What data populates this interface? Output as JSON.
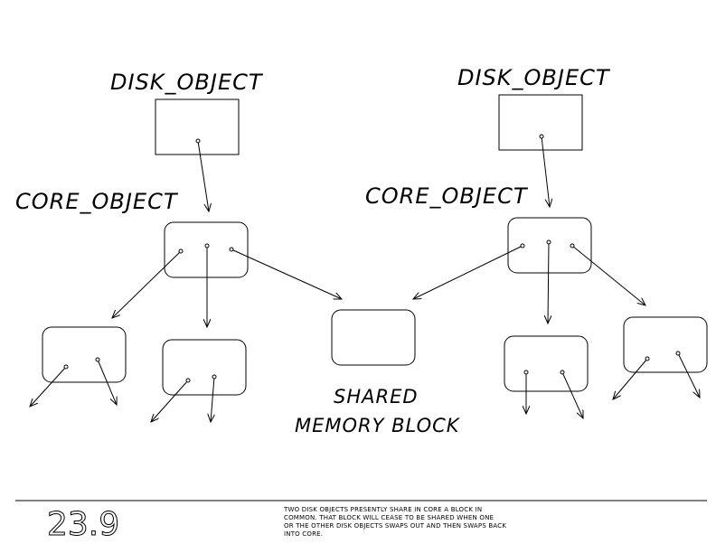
{
  "labels": {
    "disk_left": "DISK_OBJECT",
    "disk_right": "DISK_OBJECT",
    "core_left": "CORE_OBJECT",
    "core_right": "CORE_OBJECT",
    "shared_line1": "SHARED",
    "shared_line2": "MEMORY BLOCK"
  },
  "figure_number": "23.9",
  "caption": [
    "TWO DISK OBJECTS PRESENTLY SHARE IN CORE A BLOCK IN",
    "COMMON.  THAT BLOCK WILL CEASE TO BE SHARED WHEN ONE",
    "OR THE OTHER DISK OBJECTS SWAPS OUT AND THEN SWAPS BACK",
    "INTO CORE."
  ]
}
